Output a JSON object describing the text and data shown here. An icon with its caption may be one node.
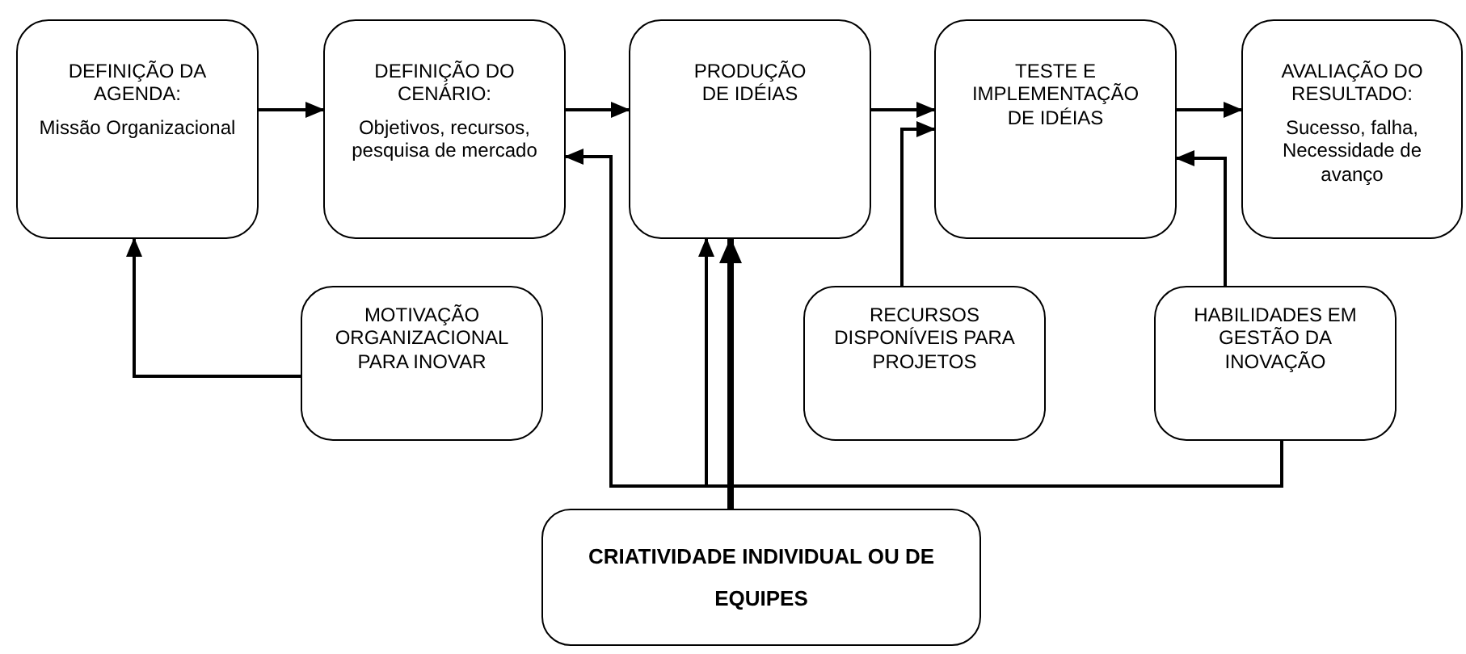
{
  "diagram": {
    "nodes": [
      {
        "text": [
          "DEFINIÇÃO DA AGENDA:",
          "Missão Organizacional"
        ]
      },
      {
        "text": [
          "DEFINIÇÃO DO CENÁRIO:",
          "Objetivos, recursos, pesquisa de mercado"
        ]
      },
      {
        "text": [
          "PRODUÇÃO DE IDÉIAS"
        ]
      },
      {
        "text": [
          "TESTE E IMPLEMENTAÇÃO DE IDÉIAS"
        ]
      },
      {
        "text": [
          "AVALIAÇÃO DO RESULTADO:",
          "Sucesso, falha, Necessidade de avanço"
        ]
      },
      {
        "text": [
          "MOTIVAÇÃO ORGANIZACIONAL PARA INOVAR"
        ]
      },
      {
        "text": [
          "RECURSOS DISPONÍVEIS PARA PROJETOS"
        ]
      },
      {
        "text": [
          "HABILIDADES EM GESTÃO DA INOVAÇÃO"
        ]
      },
      {
        "text": [
          "CRIATIVIDADE INDIVIDUAL OU DE EQUIPES"
        ]
      }
    ],
    "edges": [
      {
        "from": 0,
        "to": 1,
        "arrow": "to"
      },
      {
        "from": 1,
        "to": 2,
        "arrow": "to"
      },
      {
        "from": 2,
        "to": 3,
        "arrow": "to"
      },
      {
        "from": 3,
        "to": 4,
        "arrow": "to"
      },
      {
        "from": 5,
        "to": 0,
        "arrow": "to"
      },
      {
        "from": 6,
        "to": 3,
        "arrow": "to"
      },
      {
        "from": 7,
        "to": 3,
        "arrow": "to"
      },
      {
        "from": 7,
        "to": 1,
        "arrow": "to"
      },
      {
        "from": 7,
        "to": 2,
        "arrow": "to"
      },
      {
        "from": 8,
        "to": 2,
        "arrow": "to",
        "style": "thick"
      }
    ]
  }
}
